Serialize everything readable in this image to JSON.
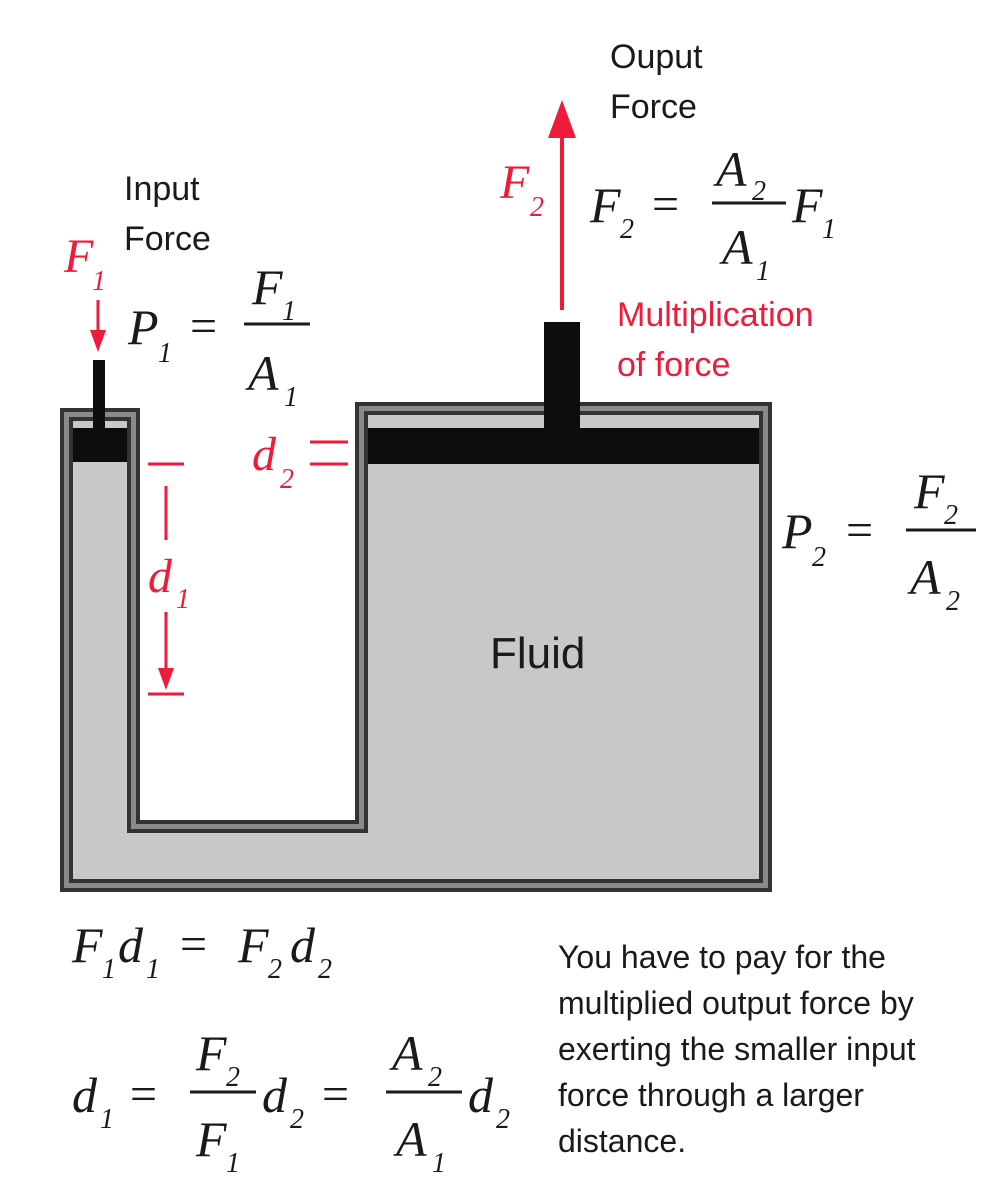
{
  "colors": {
    "accent": "#ee1b3a",
    "fluid": "#c8c8c8",
    "piston": "#0d0d0d",
    "wall_outer": "#333333",
    "wall_mid": "#8a8a8a",
    "text": "#1a1a1a"
  },
  "labels": {
    "output_force_line1": "Ouput",
    "output_force_line2": "Force",
    "input_force_line1": "Input",
    "input_force_line2": "Force",
    "multiplication_line1": "Multiplication",
    "multiplication_line2": "of force",
    "fluid": "Fluid"
  },
  "symbols": {
    "F": "F",
    "A": "A",
    "P": "P",
    "d": "d",
    "sub1": "1",
    "sub2": "2",
    "equals": "="
  },
  "note": {
    "line1": "You have to pay for the",
    "line2": "multiplied output force by",
    "line3": "exerting the smaller input",
    "line4": "force through a larger",
    "line5": "distance."
  }
}
